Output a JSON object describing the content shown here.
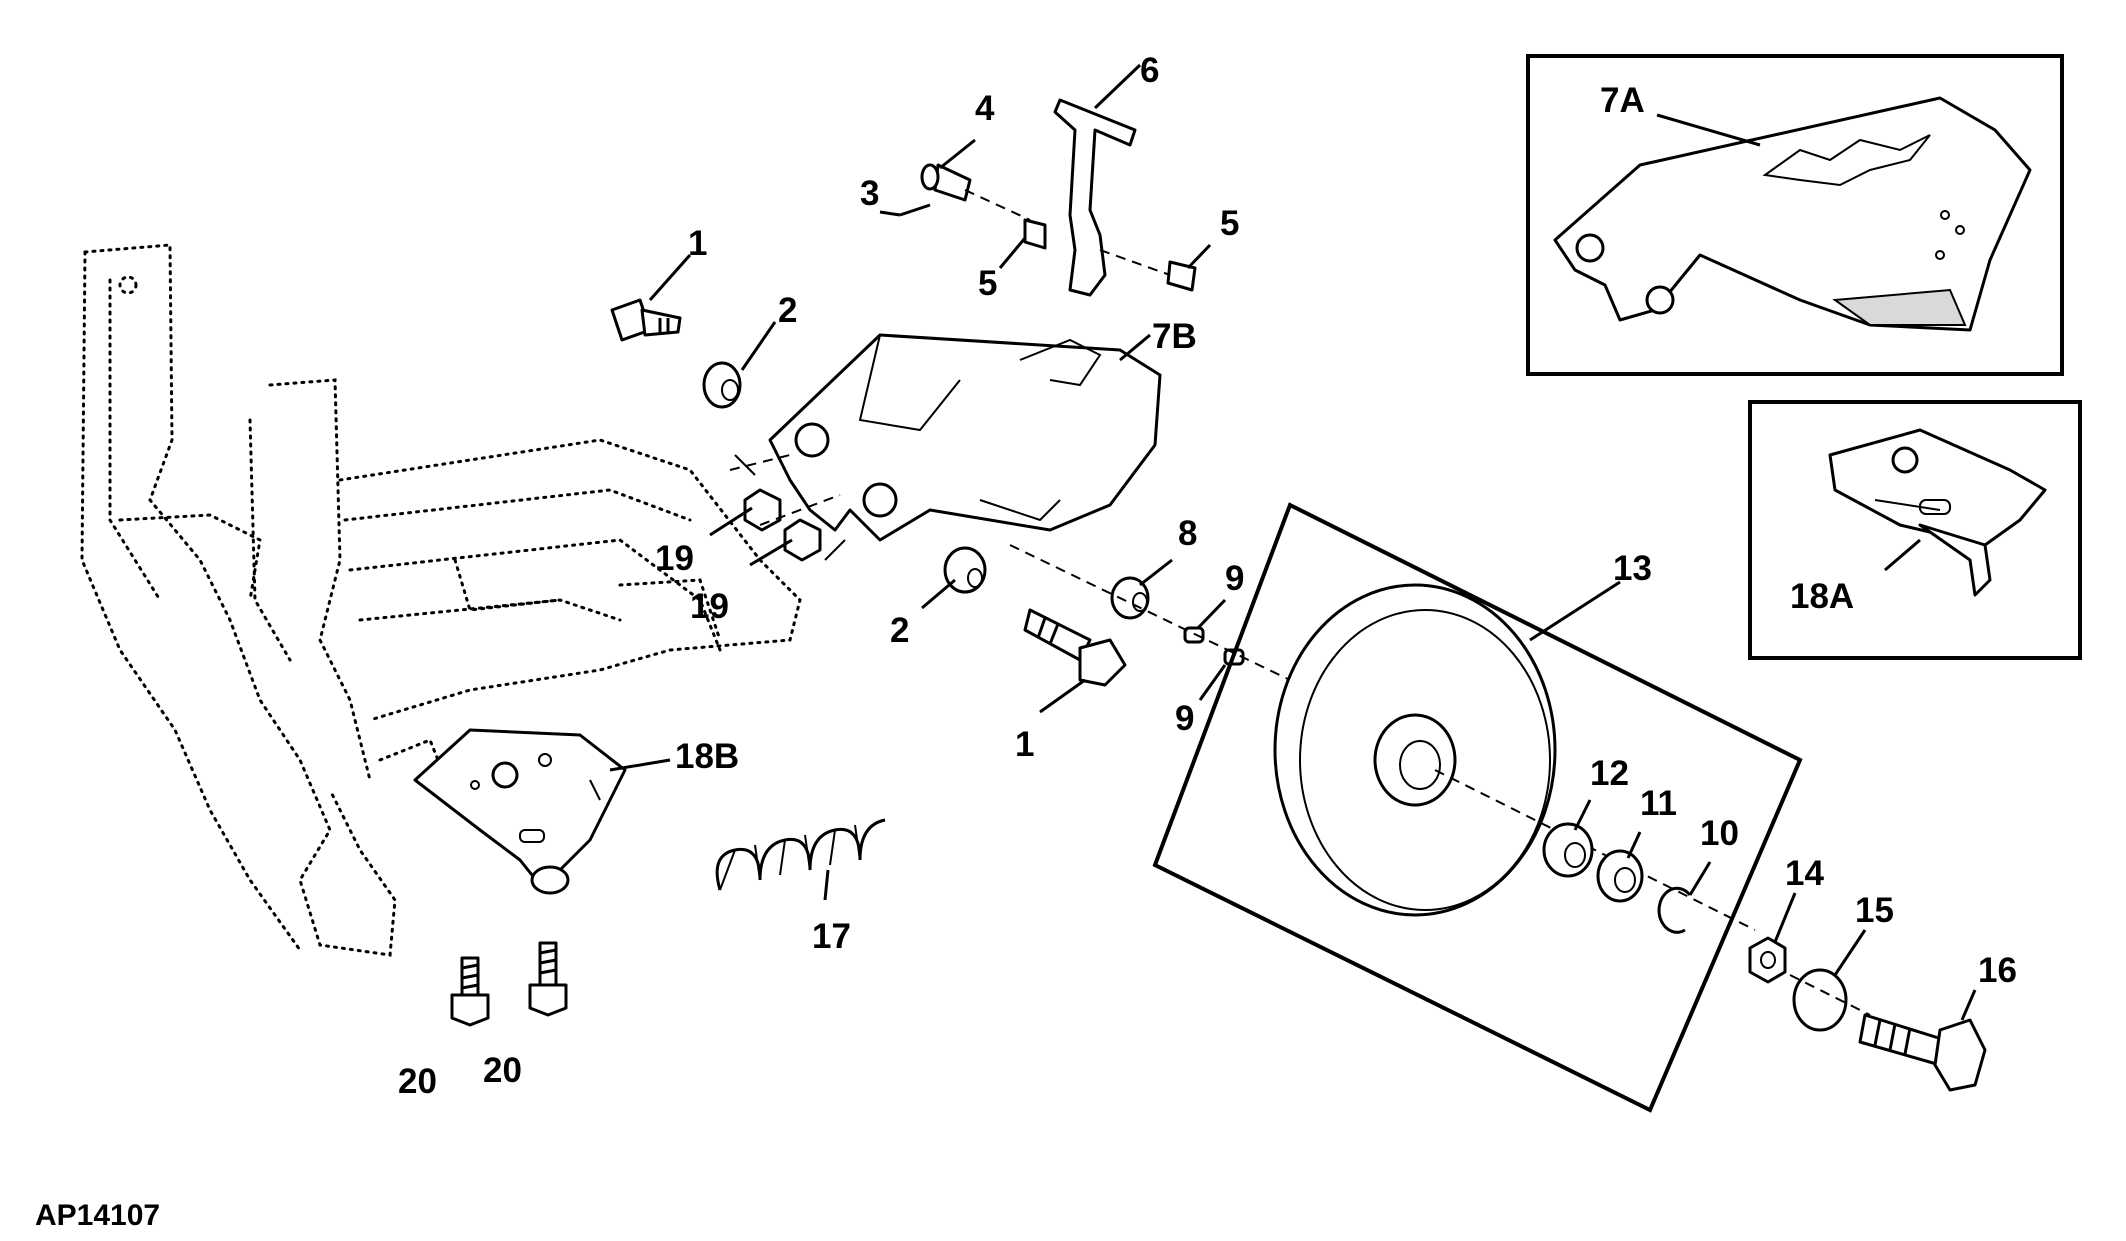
{
  "diagram": {
    "figure_id": "AP14107",
    "callouts": [
      {
        "id": "c1a",
        "text": "1"
      },
      {
        "id": "c1b",
        "text": "1"
      },
      {
        "id": "c2a",
        "text": "2"
      },
      {
        "id": "c2b",
        "text": "2"
      },
      {
        "id": "c3",
        "text": "3"
      },
      {
        "id": "c4",
        "text": "4"
      },
      {
        "id": "c5a",
        "text": "5"
      },
      {
        "id": "c5b",
        "text": "5"
      },
      {
        "id": "c6",
        "text": "6"
      },
      {
        "id": "c7A",
        "text": "7A"
      },
      {
        "id": "c7B",
        "text": "7B"
      },
      {
        "id": "c8",
        "text": "8"
      },
      {
        "id": "c9a",
        "text": "9"
      },
      {
        "id": "c9b",
        "text": "9"
      },
      {
        "id": "c10",
        "text": "10"
      },
      {
        "id": "c11",
        "text": "11"
      },
      {
        "id": "c12",
        "text": "12"
      },
      {
        "id": "c13",
        "text": "13"
      },
      {
        "id": "c14",
        "text": "14"
      },
      {
        "id": "c15",
        "text": "15"
      },
      {
        "id": "c16",
        "text": "16"
      },
      {
        "id": "c17",
        "text": "17"
      },
      {
        "id": "c18A",
        "text": "18A"
      },
      {
        "id": "c18B",
        "text": "18B"
      },
      {
        "id": "c19a",
        "text": "19"
      },
      {
        "id": "c19b",
        "text": "19"
      },
      {
        "id": "c20a",
        "text": "20"
      },
      {
        "id": "c20b",
        "text": "20"
      }
    ]
  }
}
